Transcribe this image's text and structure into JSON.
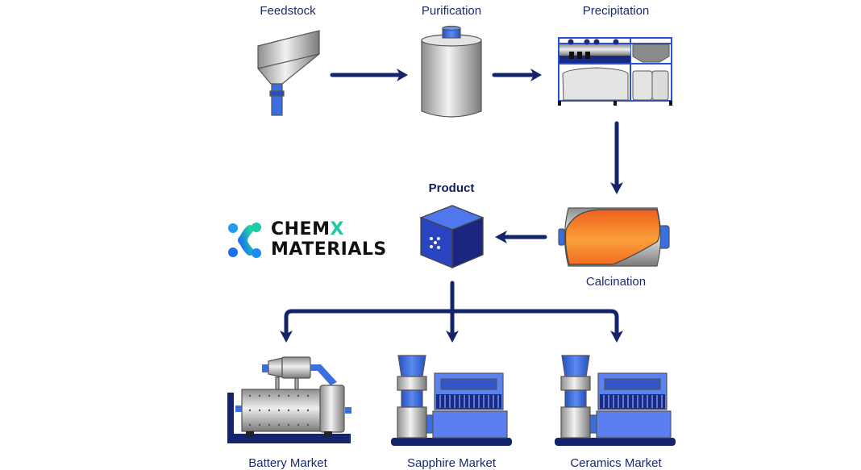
{
  "diagram": {
    "title": "ChemX Materials process flow",
    "colors": {
      "arrow": "#13246b",
      "accent_blue": "#3d6fe0",
      "dark_blue": "#1b2a80",
      "orange": "#f57c2a",
      "steel": "#b9b9b9",
      "logo_teal": "#1fc9a6",
      "logo_blue": "#1d8ff2"
    },
    "stages": [
      {
        "id": "feedstock",
        "label": "Feedstock",
        "icon": "hopper-icon"
      },
      {
        "id": "purification",
        "label": "Purification",
        "icon": "tank-icon"
      },
      {
        "id": "precipitation",
        "label": "Precipitation",
        "icon": "precipitation-unit-icon"
      },
      {
        "id": "calcination",
        "label": "Calcination",
        "icon": "rotary-kiln-icon"
      },
      {
        "id": "product",
        "label": "Product",
        "icon": "product-cube-icon"
      }
    ],
    "markets": [
      {
        "id": "battery",
        "label": "Battery Market",
        "icon": "ball-mill-icon"
      },
      {
        "id": "sapphire",
        "label": "Sapphire Market",
        "icon": "sapphire-machine-icon"
      },
      {
        "id": "ceramics",
        "label": "Ceramics Market",
        "icon": "ceramics-machine-icon"
      }
    ],
    "flows": [
      {
        "from": "feedstock",
        "to": "purification"
      },
      {
        "from": "purification",
        "to": "precipitation"
      },
      {
        "from": "precipitation",
        "to": "calcination"
      },
      {
        "from": "calcination",
        "to": "product"
      },
      {
        "from": "product",
        "to": "battery"
      },
      {
        "from": "product",
        "to": "sapphire"
      },
      {
        "from": "product",
        "to": "ceramics"
      }
    ],
    "logo": {
      "line1_a": "CHEM",
      "line1_b": "X",
      "line2": "MATERIALS"
    }
  }
}
